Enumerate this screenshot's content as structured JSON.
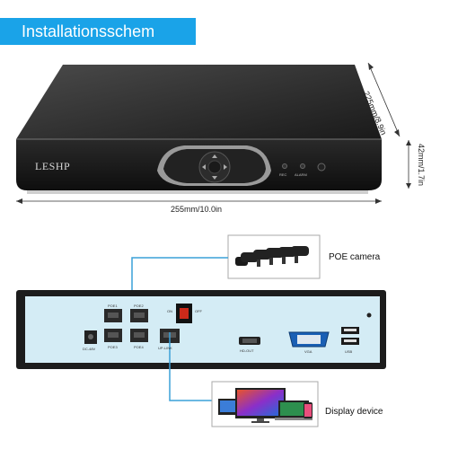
{
  "banner": {
    "title": "Installationsschem"
  },
  "front": {
    "brand": "LESHP",
    "width_label": "255mm/10.0in",
    "depth_label": "225mm/8.9in",
    "height_label": "42mm/1.7in",
    "led_labels": [
      "REC",
      "ALARM"
    ]
  },
  "rear": {
    "power_label": "DC-48V",
    "poe_ports": [
      "POE1",
      "POE2",
      "POE3",
      "POE4"
    ],
    "uplink_label": "UP-LINK",
    "switch_labels": [
      "ON",
      "OFF"
    ],
    "hdmi_label": "HD-OUT",
    "vga_label": "VGA",
    "usb_label": "USB"
  },
  "callouts": {
    "poe_camera": "POE camera",
    "display_device": "Display device"
  },
  "colors": {
    "banner": "#1aa3e8",
    "connector_line": "#3aa0d8",
    "panel": "#d4ecf5",
    "case": "#1c1c1c"
  }
}
